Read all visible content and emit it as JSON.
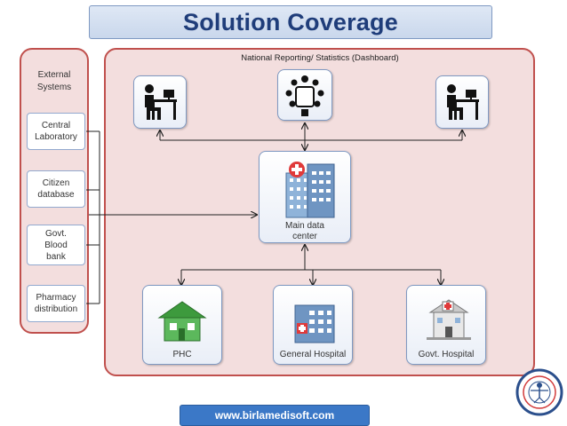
{
  "title": "Solution Coverage",
  "external_systems": {
    "heading": "External\nSystems",
    "items": [
      "Central\nLaboratory",
      "Citizen\ndatabase",
      "Govt.\nBlood\nbank",
      "Pharmacy\ndistribution"
    ]
  },
  "dashboard_label": "National Reporting/ Statistics (Dashboard)",
  "data_center_label": "Main data\ncenter",
  "facilities": [
    "PHC",
    "General Hospital",
    "Govt. Hospital"
  ],
  "website": "www.birlamedisoft.com",
  "colors": {
    "panel_fill": "#f3dede",
    "panel_border": "#c0504d",
    "title_text": "#1f3d7a",
    "url_bg": "#3b78c7"
  }
}
